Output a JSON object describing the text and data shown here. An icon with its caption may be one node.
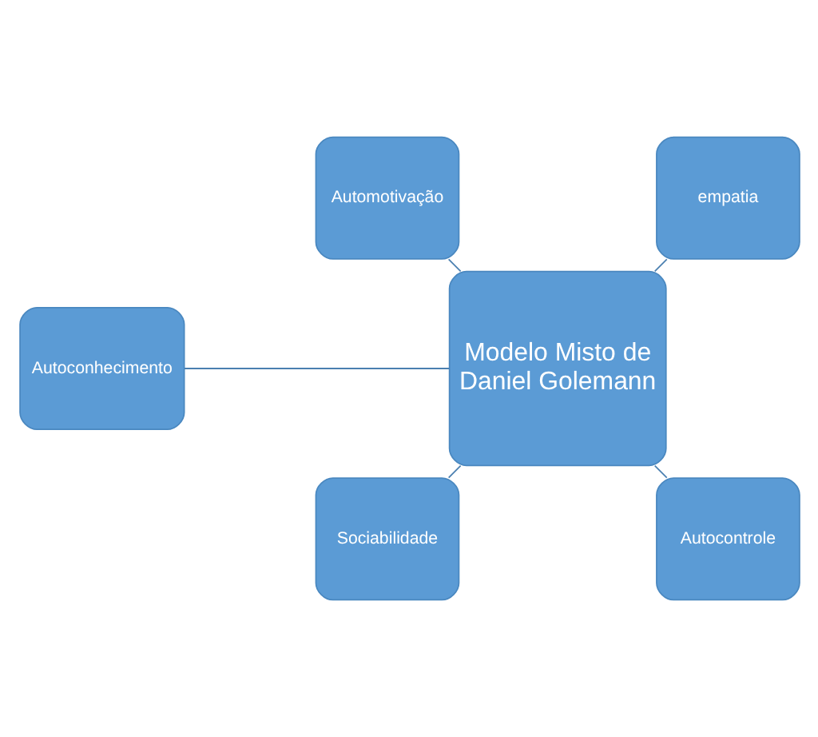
{
  "diagram": {
    "nodes": [
      {
        "text": [
          "Autoconhecimento"
        ]
      },
      {
        "text": [
          "Sociabilidade"
        ]
      },
      {
        "text": [
          "Modelo Misto de Daniel Golemann"
        ]
      },
      {
        "text": [
          "Autocontrole"
        ]
      },
      {
        "text": [
          "empatia"
        ]
      },
      {
        "text": [
          "Automotivação"
        ]
      }
    ],
    "edges": [
      {
        "from": 2,
        "to": 0,
        "arrow": "none"
      },
      {
        "from": 2,
        "to": 3,
        "arrow": "none"
      },
      {
        "from": 2,
        "to": 5,
        "arrow": "none"
      },
      {
        "from": 2,
        "to": 4,
        "arrow": "none"
      },
      {
        "from": 2,
        "to": 1,
        "arrow": "none"
      }
    ]
  }
}
